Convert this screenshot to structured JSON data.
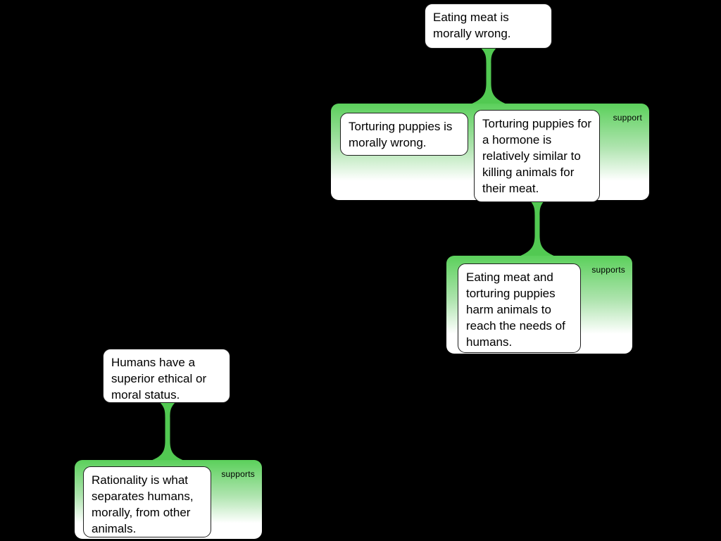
{
  "colors": {
    "background": "#000000",
    "connector_green": "#52c952",
    "group_gradient_top": "#5bd05b",
    "group_gradient_bottom": "#ffffff",
    "node_background": "#ffffff",
    "node_border": "#1f1f1f",
    "text": "#000000"
  },
  "nodes": {
    "claim_top": {
      "text": "Eating meat is morally wrong."
    },
    "premise_torturing_wrong": {
      "text": "Torturing puppies is morally wrong."
    },
    "premise_hormone_similarity": {
      "text": "Torturing puppies for a hormone is relatively similar to killing animals for their meat."
    },
    "premise_harm_animals": {
      "text": "Eating meat and torturing puppies harm animals to reach the needs of humans."
    },
    "claim_humans_status": {
      "text": "Humans have a superior ethical or moral status."
    },
    "premise_rationality": {
      "text": "Rationality is what separates humans, morally, from other animals."
    }
  },
  "groups": {
    "support_group_main": {
      "label": "support"
    },
    "supports_group_harm": {
      "label": "supports"
    },
    "supports_group_rationality": {
      "label": "supports"
    }
  }
}
